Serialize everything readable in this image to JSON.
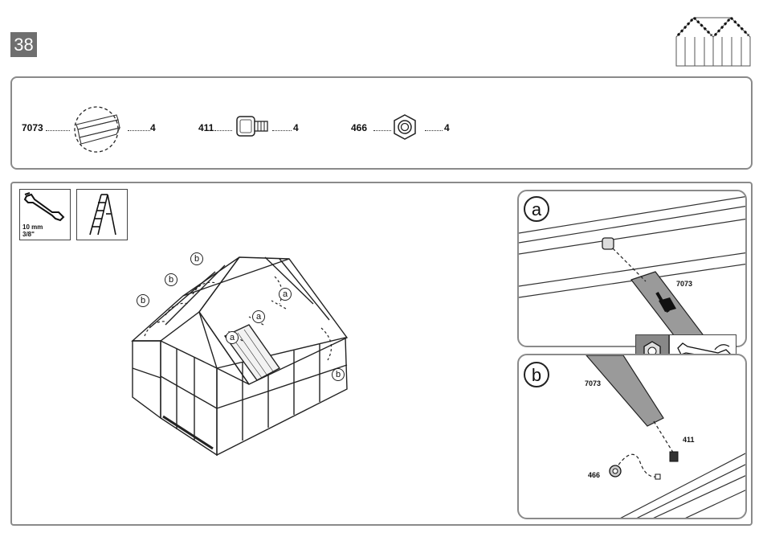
{
  "step": {
    "number": "38"
  },
  "parts": [
    {
      "code": "7073",
      "qty": "4",
      "icon": "profile-strip-icon"
    },
    {
      "code": "411",
      "qty": "4",
      "icon": "square-bolt-icon"
    },
    {
      "code": "466",
      "qty": "4",
      "icon": "hex-nut-icon"
    }
  ],
  "tools": {
    "wrench_size_mm": "10 mm",
    "wrench_size_in": "3/8\""
  },
  "callouts": {
    "a": "a",
    "b": "b"
  },
  "detail_a": {
    "letter": "a",
    "part_label": "7073"
  },
  "detail_b": {
    "letter": "b",
    "part_label_1": "7073",
    "part_label_2": "411",
    "part_label_3": "466"
  },
  "colors": {
    "frame": "#8a8a8a",
    "badge": "#6f6f6f",
    "ink": "#111111"
  }
}
